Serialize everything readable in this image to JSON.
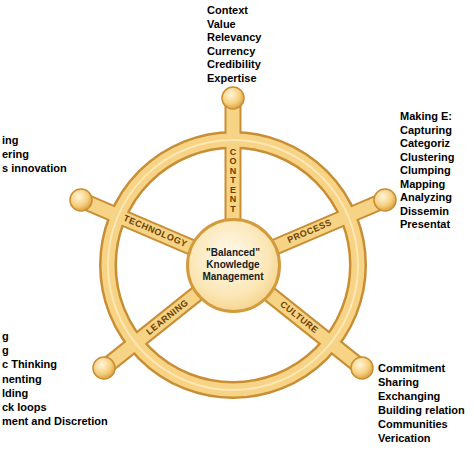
{
  "diagram": {
    "nodes": [
      {
        "text": [
          "\"Balanced\" Knowledge Management"
        ]
      }
    ],
    "labels": [
      "Context",
      "Value",
      "Relevancy",
      "Currency",
      "Credibility",
      "Expertise",
      "ing",
      "ering",
      "s innovation",
      "Making E:",
      "Capturing",
      "Categoriz",
      "Clustering",
      "Clumping",
      "Mapping",
      "Analyzing",
      "Dissemin",
      "Presentat",
      "CONTENT",
      "TECHNOLOGY",
      "PROCESS",
      "LEARNING",
      "CULTURE",
      "g",
      "g",
      "c Thinking",
      "nenting",
      "lding",
      "ck loops",
      "ment and Discretion",
      "Commitment",
      "Sharing",
      "Exchanging",
      "Building relation",
      "Communities",
      "Verication"
    ]
  }
}
